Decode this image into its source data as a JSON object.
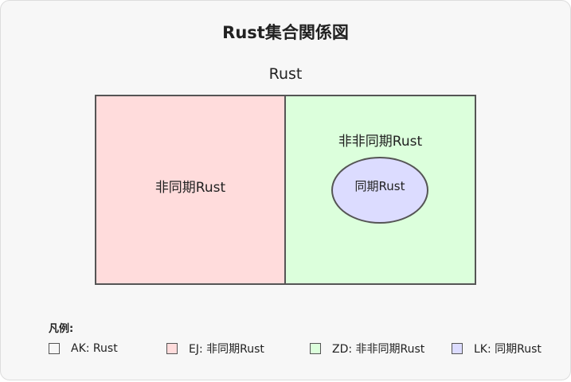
{
  "title": "Rust集合関係図",
  "outer_label": "Rust",
  "regions": {
    "ej": {
      "label": "非同期Rust",
      "color": "#ffdcdc"
    },
    "zd": {
      "label": "非非同期Rust",
      "color": "#dcffdc"
    },
    "lk": {
      "label": "同期Rust",
      "color": "#dcdcff"
    }
  },
  "legend": {
    "title": "凡例:",
    "items": [
      {
        "code": "AK",
        "text": "AK: Rust",
        "color": "#f7f7f7"
      },
      {
        "code": "EJ",
        "text": "EJ: 非同期Rust",
        "color": "#ffdcdc"
      },
      {
        "code": "ZD",
        "text": "ZD: 非非同期Rust",
        "color": "#dcffdc"
      },
      {
        "code": "LK",
        "text": "LK: 同期Rust",
        "color": "#dcdcff"
      }
    ]
  }
}
